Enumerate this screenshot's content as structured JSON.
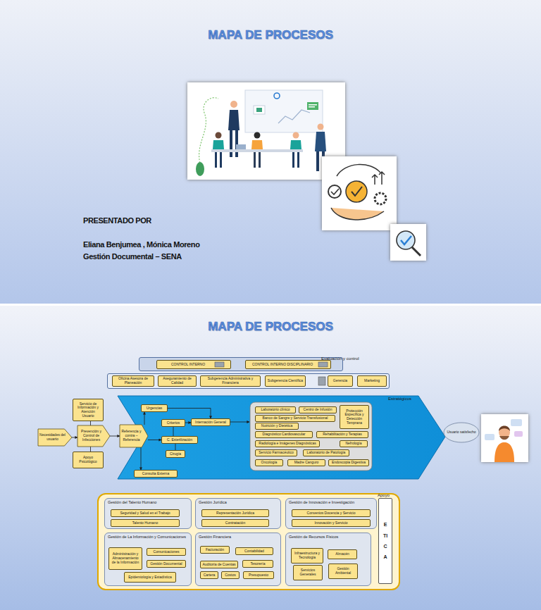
{
  "diagram": {
    "title": "MAPA DE PROCESOS",
    "nodes": [
      {
        "text": [
          "Evaluación y control"
        ]
      },
      {
        "text": [
          "CONTROL INTERNO"
        ],
        "in": 0
      },
      {
        "text": [
          "CONTROL INTERNO DISCIPLINARIO"
        ],
        "in": 0
      },
      {
        "text": [
          "Estratégicos"
        ]
      },
      {
        "text": [
          "Oficina Asesora de Planeación"
        ],
        "in": 3
      },
      {
        "text": [
          "Aseguramiento de Calidad"
        ],
        "in": 3
      },
      {
        "text": [
          "Subgerencia Administrativa y Financiera"
        ],
        "in": 3
      },
      {
        "text": [
          "Subgerencia Científica"
        ],
        "in": 3
      },
      {
        "text": [
          "Gerencia"
        ],
        "in": 3
      },
      {
        "text": [
          "Marketing"
        ],
        "in": 3
      },
      {
        "text": [
          "Servicio de Información y Atención Usuario"
        ]
      },
      {
        "text": [
          "Necesidades del usuario"
        ]
      },
      {
        "text": [
          "Prevención y Control de Infecciones"
        ]
      },
      {
        "text": [
          "Apoyo Psicológico"
        ]
      },
      {
        "text": [
          "Referencia y contra – Referencia"
        ]
      },
      {
        "text": [
          "Urgencias"
        ]
      },
      {
        "text": [
          "Criterios"
        ]
      },
      {
        "text": [
          "Internación General"
        ]
      },
      {
        "text": [
          "C. Esterilización"
        ]
      },
      {
        "text": [
          "Cirugía"
        ]
      },
      {
        "text": [
          "Consulta Externa"
        ]
      },
      {
        "text": [
          "Laboratorio clínico"
        ]
      },
      {
        "text": [
          "Centro de Infusión"
        ]
      },
      {
        "text": [
          "Protección Específica y Detección Temprana"
        ]
      },
      {
        "text": [
          "Banco de Sangre y Servicio Transfusional"
        ]
      },
      {
        "text": [
          "Nutrición y Dietética"
        ]
      },
      {
        "text": [
          "Diagnóstico Cardiovascular"
        ]
      },
      {
        "text": [
          "Rehabilitación y Terapias"
        ]
      },
      {
        "text": [
          "Radiología e Imágenes Diagnósticas"
        ]
      },
      {
        "text": [
          "Nefrología"
        ]
      },
      {
        "text": [
          "Servicio Farmacéutico"
        ]
      },
      {
        "text": [
          "Laboratorio de Patología"
        ]
      },
      {
        "text": [
          "Oncología"
        ]
      },
      {
        "text": [
          "Madre Canguro"
        ]
      },
      {
        "text": [
          "Endoscopia Digestiva"
        ]
      },
      {
        "text": [
          "Usuario satisfecho"
        ]
      },
      {
        "text": [
          "Apoyo"
        ]
      },
      {
        "text": [
          "Gestión del Talento Humano"
        ],
        "in": 36
      },
      {
        "text": [
          "Seguridad y Salud en el Trabajo"
        ],
        "in": 37
      },
      {
        "text": [
          "Talento Humano"
        ],
        "in": 37
      },
      {
        "text": [
          "Gestión Jurídica"
        ],
        "in": 36
      },
      {
        "text": [
          "Representación Jurídica"
        ],
        "in": 40
      },
      {
        "text": [
          "Contratación"
        ],
        "in": 40
      },
      {
        "text": [
          "Gestión de Innovación e Investigación"
        ],
        "in": 36
      },
      {
        "text": [
          "Convenios Docencia y Servicio"
        ],
        "in": 43
      },
      {
        "text": [
          "Innovación y Servicio"
        ],
        "in": 43
      },
      {
        "text": [
          "Gestión de La Información y Comunicaciones"
        ],
        "in": 36
      },
      {
        "text": [
          "Administración y Almacenamiento de la Información"
        ],
        "in": 46
      },
      {
        "text": [
          "Comunicaciones"
        ],
        "in": 46
      },
      {
        "text": [
          "Gestión Documental"
        ],
        "in": 46
      },
      {
        "text": [
          "Epidemiología y Estadística"
        ],
        "in": 46
      },
      {
        "text": [
          "Gestión Financiera"
        ],
        "in": 36
      },
      {
        "text": [
          "Facturación"
        ],
        "in": 51
      },
      {
        "text": [
          "Contabilidad"
        ],
        "in": 51
      },
      {
        "text": [
          "Auditoría de Cuentas"
        ],
        "in": 51
      },
      {
        "text": [
          "Tesorería"
        ],
        "in": 51
      },
      {
        "text": [
          "Cartera"
        ],
        "in": 51
      },
      {
        "text": [
          "Costos"
        ],
        "in": 51
      },
      {
        "text": [
          "Presupuesto"
        ],
        "in": 51
      },
      {
        "text": [
          "Gestión de Recursos Físicos"
        ],
        "in": 36
      },
      {
        "text": [
          "Infraestructura y Tecnología"
        ],
        "in": 59
      },
      {
        "text": [
          "Almacén"
        ],
        "in": 59
      },
      {
        "text": [
          "Servicios Generales"
        ],
        "in": 59
      },
      {
        "text": [
          "Gestión Ambiental"
        ],
        "in": 59
      },
      {
        "text": [
          "ETICA"
        ],
        "in": 36
      }
    ],
    "edges": [
      {
        "from": 11,
        "to": 12,
        "arrow": "to"
      },
      {
        "from": 10,
        "to": 12,
        "arrow": "none"
      },
      {
        "from": 13,
        "to": 12,
        "arrow": "none"
      },
      {
        "from": 12,
        "to": 14,
        "arrow": "to"
      },
      {
        "from": 14,
        "to": 15,
        "arrow": "to"
      },
      {
        "from": 14,
        "to": 18,
        "arrow": "to"
      },
      {
        "from": 14,
        "to": 20,
        "arrow": "to"
      },
      {
        "from": 15,
        "to": 17,
        "arrow": "to"
      },
      {
        "from": 16,
        "to": 17,
        "arrow": "to"
      },
      {
        "from": 16,
        "to": 18,
        "arrow": "none"
      },
      {
        "from": 18,
        "to": 19,
        "arrow": "none"
      }
    ],
    "labels": [
      "MAPA DE PROCESOS",
      "PRESENTADO POR",
      "Eliana Benjumea , Mónica Moreno",
      "Gestión Documental – SENA"
    ]
  }
}
